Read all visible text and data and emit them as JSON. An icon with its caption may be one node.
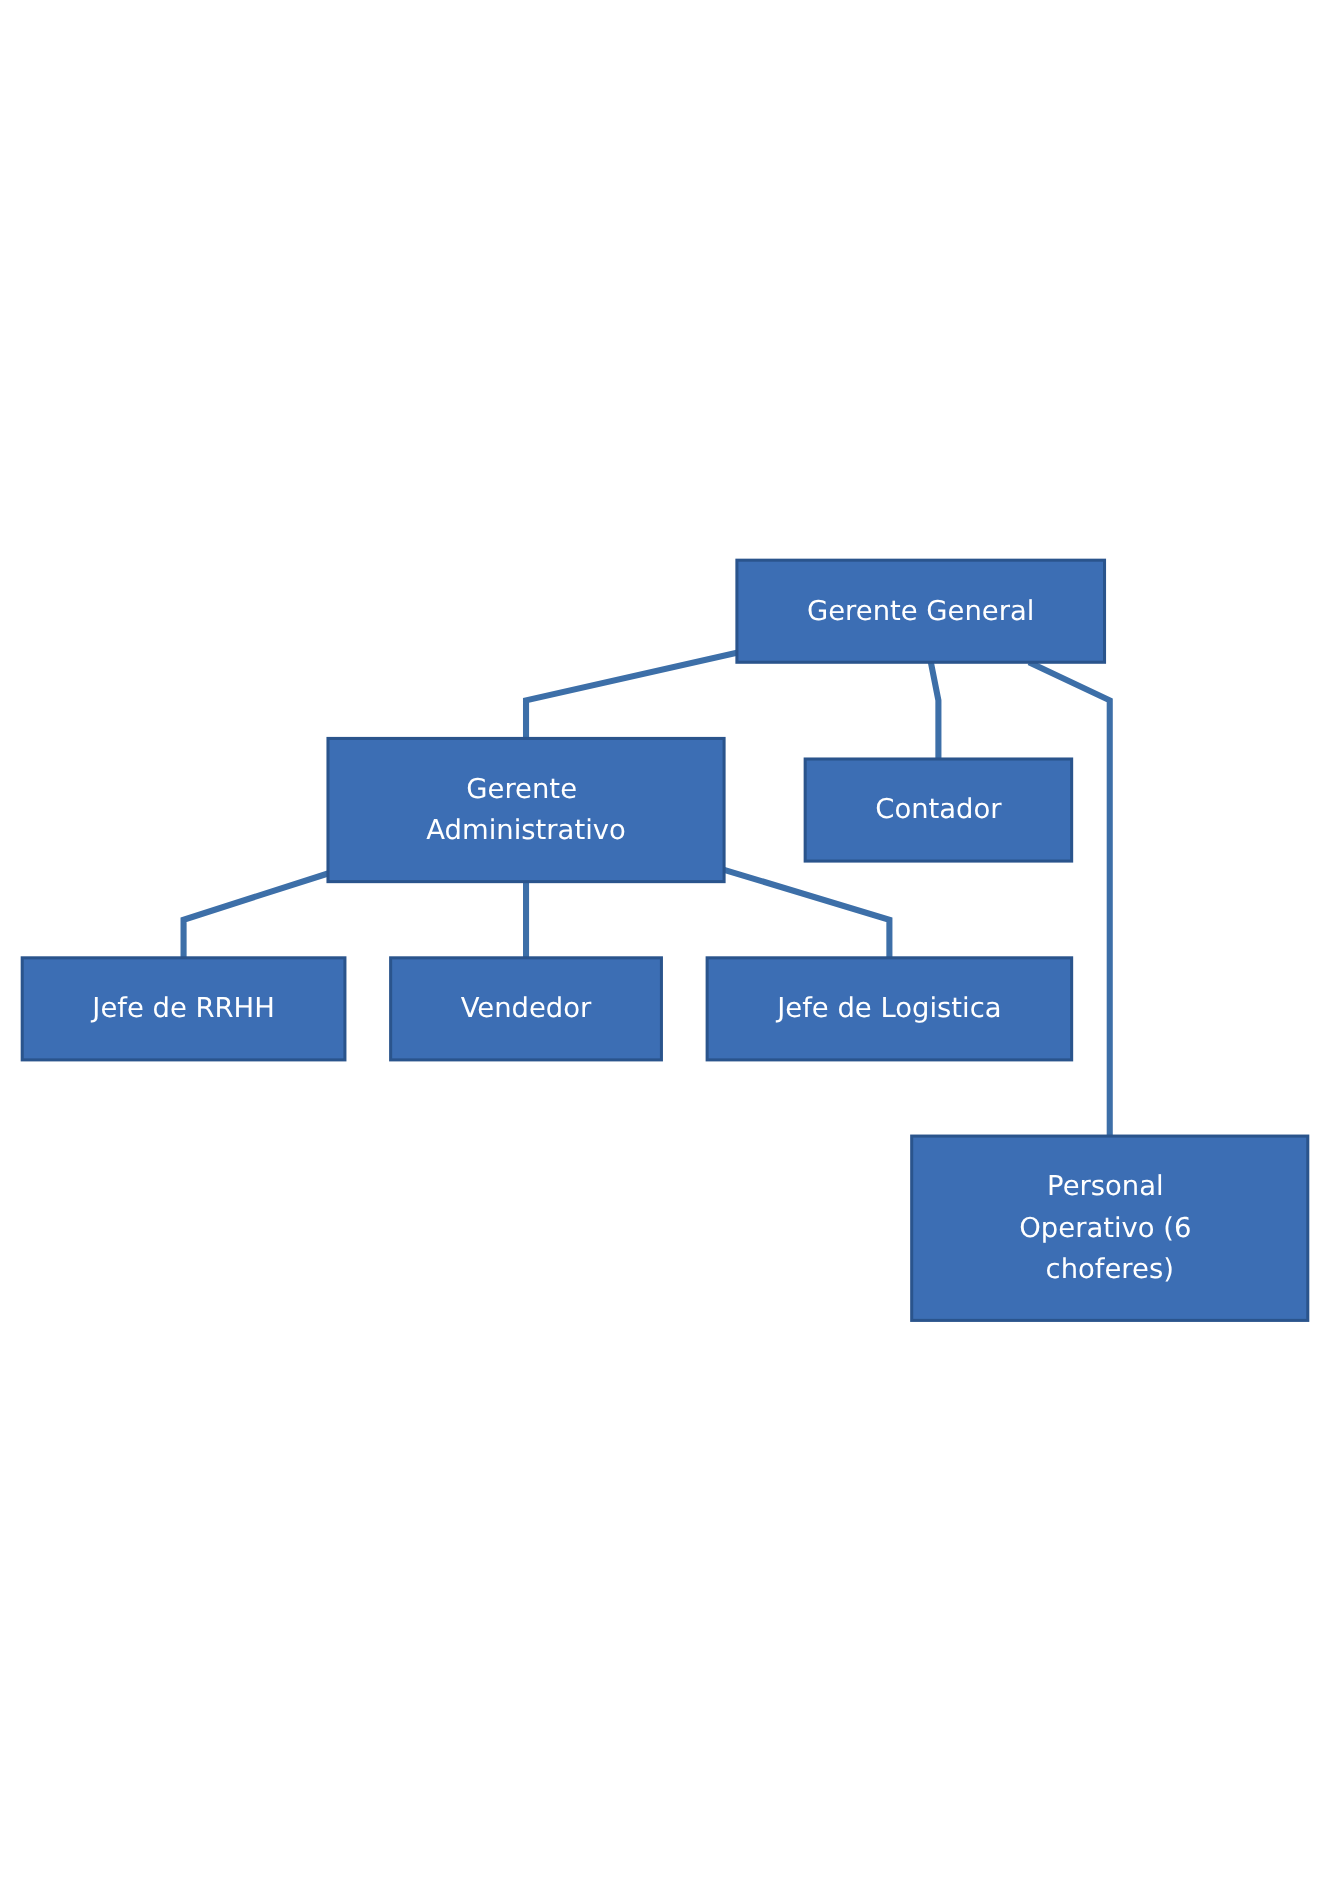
{
  "diagram": {
    "nodes": [
      {
        "text": [
          "Gerente General"
        ]
      },
      {
        "text": [
          "Gerente Administrativo"
        ]
      },
      {
        "text": [
          "Contador"
        ]
      },
      {
        "text": [
          "Jefe de RRHH"
        ]
      },
      {
        "text": [
          "Vendedor"
        ]
      },
      {
        "text": [
          "Jefe de Logistica"
        ]
      },
      {
        "text": [
          "Personal Operativo (6 choferes)"
        ]
      }
    ],
    "edges": [
      {
        "from": 0,
        "to": 1,
        "arrow": "none"
      },
      {
        "from": 0,
        "to": 2,
        "arrow": "none"
      },
      {
        "from": 0,
        "to": 6,
        "arrow": "none"
      },
      {
        "from": 1,
        "to": 3,
        "arrow": "none"
      },
      {
        "from": 1,
        "to": 4,
        "arrow": "none"
      },
      {
        "from": 1,
        "to": 5,
        "arrow": "none"
      }
    ]
  }
}
